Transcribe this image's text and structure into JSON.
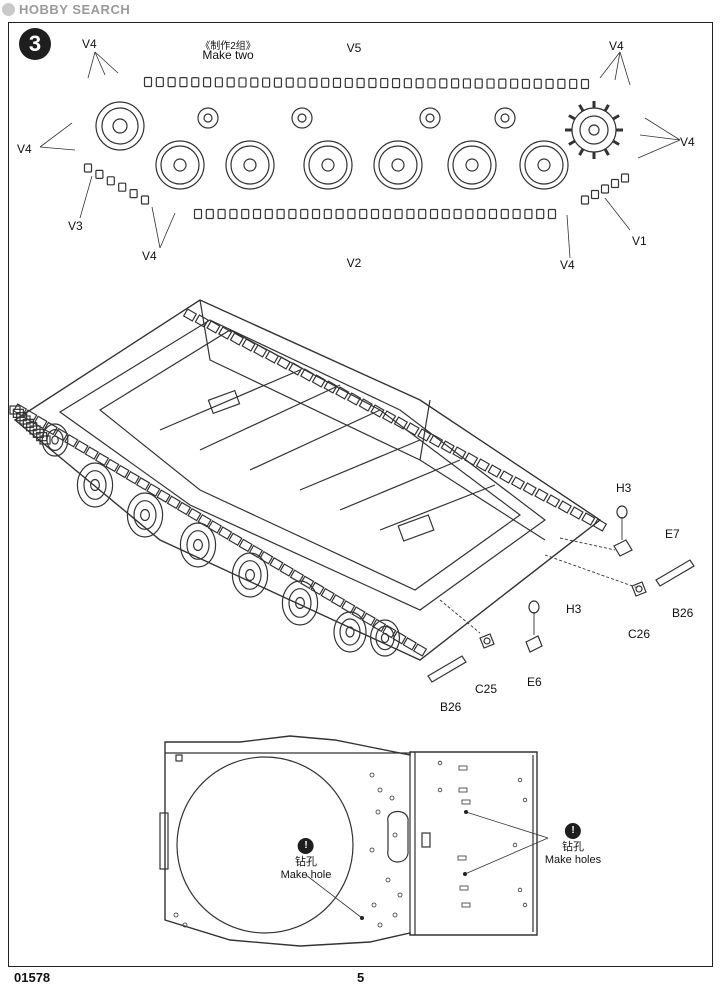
{
  "watermark": {
    "text": "HOBBY SEARCH"
  },
  "step": {
    "number": "3"
  },
  "header_note": {
    "zh": "《制作2组》",
    "en": "Make two"
  },
  "track_labels": {
    "v5": "V5",
    "v2": "V2",
    "v1": "V1",
    "v3": "V3",
    "v4": "V4"
  },
  "parts": {
    "h3": "H3",
    "e7": "E7",
    "b26": "B26",
    "c26": "C26",
    "c25": "C25",
    "e6": "E6"
  },
  "hull_notes": {
    "badge": "!",
    "hole_zh": "钻孔",
    "hole_en": "Make hole",
    "holes_zh": "钻孔",
    "holes_en": "Make holes"
  },
  "footer": {
    "code": "01578",
    "page": "5"
  },
  "colors": {
    "ink": "#1e1e1e",
    "line": "#333333",
    "watermark": "#9a9a9a"
  }
}
